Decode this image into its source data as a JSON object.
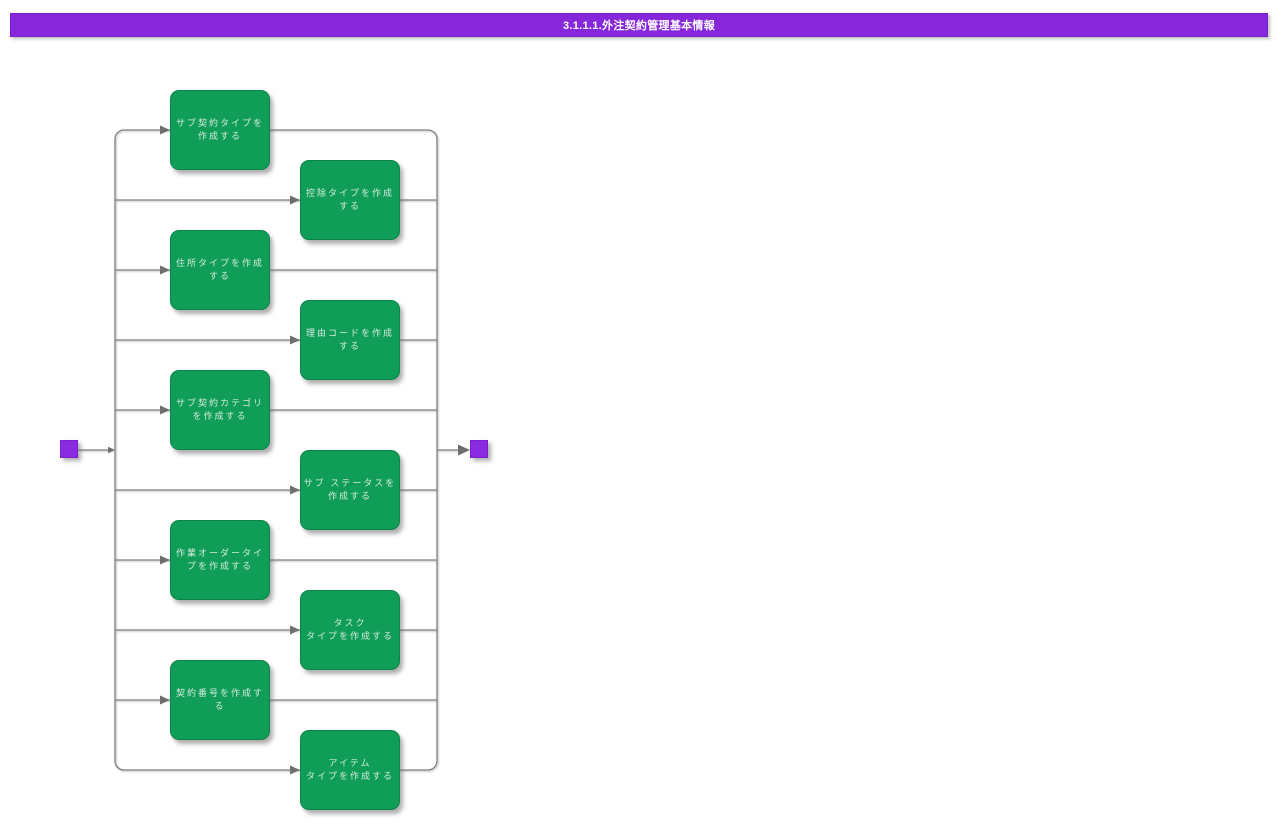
{
  "header": {
    "title": "3.1.1.1.外注契約管理基本情報"
  },
  "colors": {
    "header_bg": "#8627DB",
    "activity_fill": "#0F9D58",
    "activity_text": "#D8EADE",
    "connector_gray": "#7F7F7F",
    "terminal_purple": "#8A2BE2"
  },
  "diagram": {
    "type": "activity-flowchart",
    "start_node": "start",
    "end_node": "end",
    "activities": [
      {
        "label": "サブ契約タイプを作成する",
        "lines": [
          "サブ契約タイプを",
          "作成する"
        ]
      },
      {
        "label": "控除タイプを作成する",
        "lines": [
          "控除タイプを作成",
          "する"
        ]
      },
      {
        "label": "住所タイプを作成する",
        "lines": [
          "住所タイプを作成",
          "する"
        ]
      },
      {
        "label": "理由コードを作成する",
        "lines": [
          "理由コードを作成",
          "する"
        ]
      },
      {
        "label": "サブ契約カテゴリを作成する",
        "lines": [
          "サブ契約カテゴリ",
          "を作成する"
        ]
      },
      {
        "label": "サブ ステータスを作成する",
        "lines": [
          "サブ ステータスを",
          "作成する"
        ]
      },
      {
        "label": "作業オーダータイプを作成する",
        "lines": [
          "作業オーダータイ",
          "プを作成する"
        ]
      },
      {
        "label": "タスク タイプを作成する",
        "lines": [
          "タスク",
          "タイプを作成する"
        ]
      },
      {
        "label": "契約番号を作成する",
        "lines": [
          "契約番号を作成す",
          "る"
        ]
      },
      {
        "label": "アイテム タイプを作成する",
        "lines": [
          "アイテム",
          "タイプを作成する"
        ]
      }
    ]
  }
}
